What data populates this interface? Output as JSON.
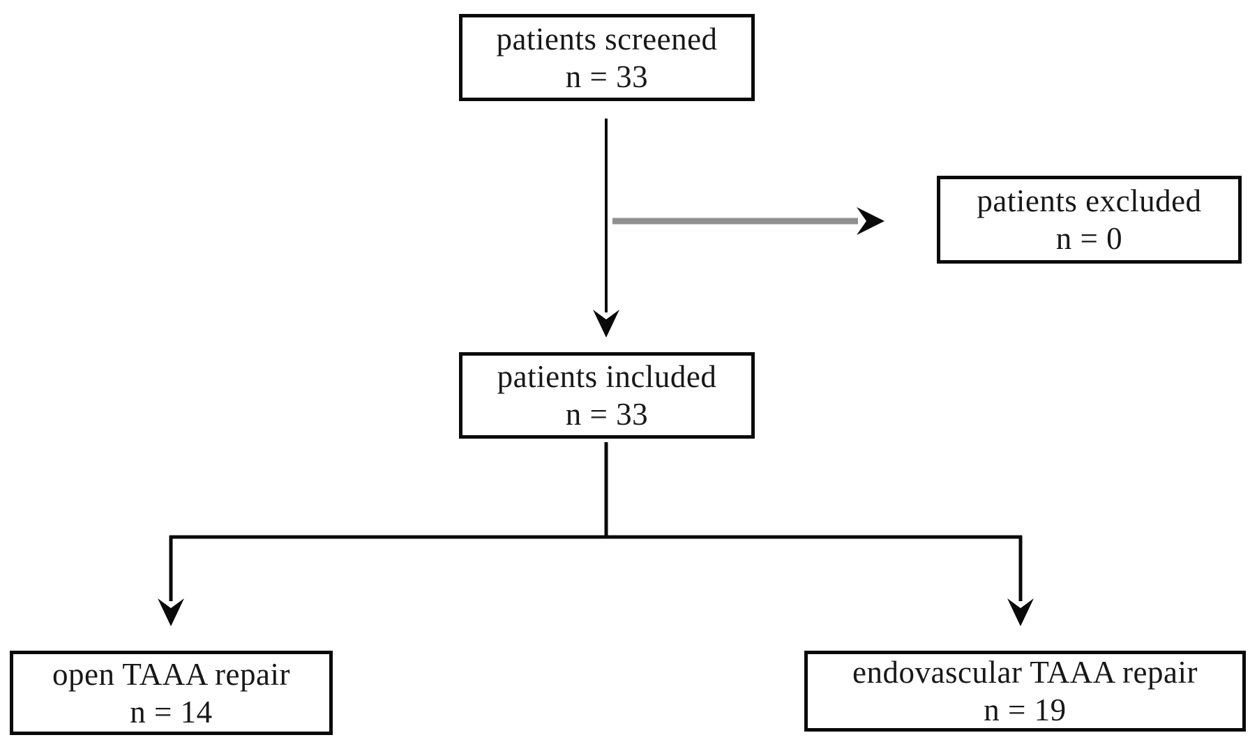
{
  "diagram": {
    "type": "flowchart",
    "colors": {
      "background": "#ffffff",
      "box_border": "#0a0a0a",
      "text": "#181818",
      "arrow_black": "#0a0a0a",
      "arrow_gray": "#8f8f8f"
    },
    "nodes": [
      {
        "id": "patients-screened",
        "label": "patients screened",
        "count": "n = 33"
      },
      {
        "id": "patients-excluded",
        "label": "patients excluded",
        "count": "n = 0"
      },
      {
        "id": "patients-included",
        "label": "patients included",
        "count": "n = 33"
      },
      {
        "id": "open-taaa-repair",
        "label": "open TAAA repair",
        "count": "n = 14"
      },
      {
        "id": "endovascular-taaa-repair",
        "label": "endovascular TAAA repair",
        "count": "n = 19"
      }
    ],
    "edges": [
      {
        "from": "patients-screened",
        "to": "patients-included",
        "style": "black-arrow"
      },
      {
        "from": "patients-screened",
        "to": "patients-excluded",
        "style": "gray-arrow"
      },
      {
        "from": "patients-included",
        "to": "open-taaa-repair",
        "style": "black-arrow"
      },
      {
        "from": "patients-included",
        "to": "endovascular-taaa-repair",
        "style": "black-arrow"
      }
    ]
  }
}
